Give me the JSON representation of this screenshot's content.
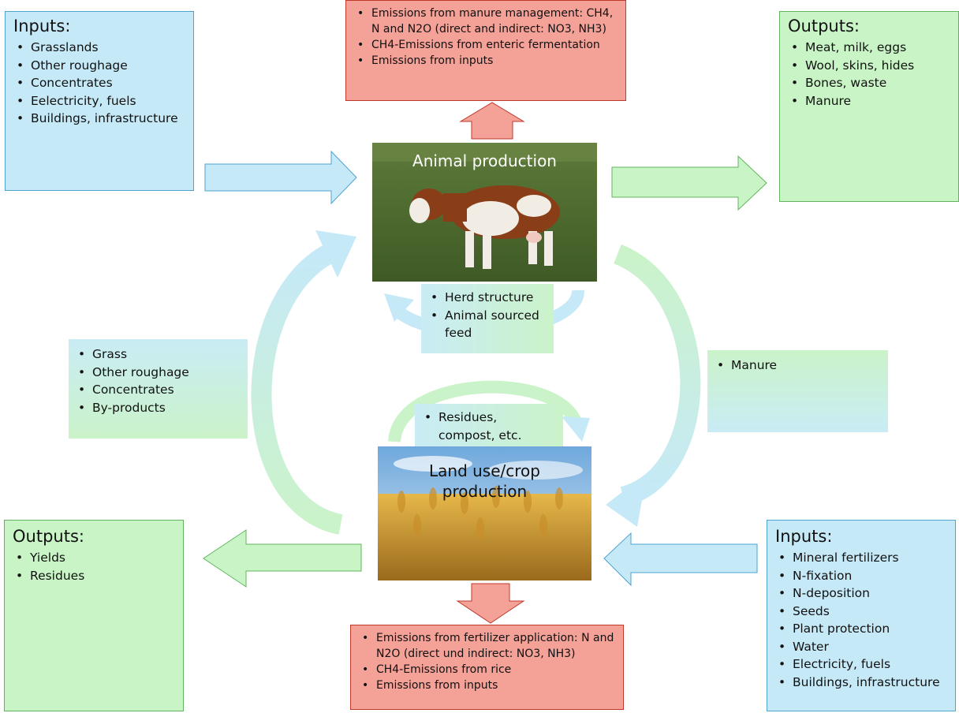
{
  "inputs_animal": {
    "title": "Inputs:",
    "items": [
      "Grasslands",
      "Other roughage",
      "Concentrates",
      "Eelectricity, fuels",
      "Buildings, infrastructure"
    ]
  },
  "emissions_animal": {
    "items": [
      "Emissions from manure management: CH4, N and N2O (direct and indirect: NO3, NH3)",
      "CH4-Emissions from enteric fermentation",
      "Emissions from inputs"
    ]
  },
  "outputs_animal": {
    "title": "Outputs:",
    "items": [
      "Meat, milk, eggs",
      "Wool, skins, hides",
      "Bones, waste",
      "Manure"
    ]
  },
  "animal_production": {
    "label": "Animal production"
  },
  "herd": {
    "items": [
      "Herd structure",
      "Animal sourced feed"
    ]
  },
  "feed": {
    "items": [
      "Grass",
      "Other roughage",
      "Concentrates",
      "By-products"
    ]
  },
  "manure": {
    "items": [
      "Manure"
    ]
  },
  "residues": {
    "items": [
      "Residues, compost, etc."
    ]
  },
  "crop_production": {
    "label": "Land use/crop production"
  },
  "outputs_crop": {
    "title": "Outputs:",
    "items": [
      "Yields",
      "Residues"
    ]
  },
  "inputs_crop": {
    "title": "Inputs:",
    "items": [
      "Mineral fertilizers",
      "N-fixation",
      "N-deposition",
      "Seeds",
      "Plant protection",
      "Water",
      "Electricity, fuels",
      "Buildings, infrastructure"
    ]
  },
  "emissions_crop": {
    "items": [
      "Emissions from fertilizer application: N and N2O (direct und indirect: NO3, NH3)",
      "CH4-Emissions from rice",
      "Emissions from inputs"
    ]
  },
  "colors": {
    "input_blue": "#c6e9f8",
    "output_green": "#c9f5c6",
    "emission_red": "#f4a198"
  }
}
